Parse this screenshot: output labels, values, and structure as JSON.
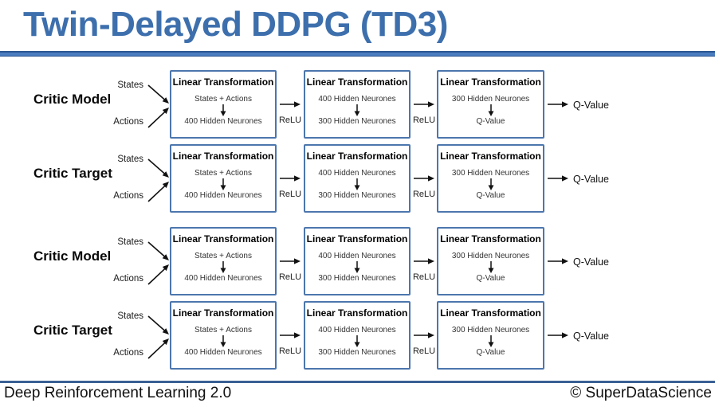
{
  "header": {
    "title": "Twin-Delayed DDPG (TD3)"
  },
  "diagram": {
    "rows": [
      {
        "label": "Critic Model",
        "inputs": [
          "States",
          "Actions"
        ],
        "boxes": [
          {
            "title": "Linear Transformation",
            "from": "States + Actions",
            "to": "400 Hidden Neurones"
          },
          {
            "title": "Linear Transformation",
            "from": "400 Hidden Neurones",
            "to": "300 Hidden Neurones"
          },
          {
            "title": "Linear Transformation",
            "from": "300 Hidden Neurones",
            "to": "Q-Value"
          }
        ],
        "activations": [
          "ReLU",
          "ReLU"
        ],
        "output": "Q-Value"
      },
      {
        "label": "Critic Target",
        "inputs": [
          "States",
          "Actions"
        ],
        "boxes": [
          {
            "title": "Linear Transformation",
            "from": "States + Actions",
            "to": "400 Hidden Neurones"
          },
          {
            "title": "Linear Transformation",
            "from": "400 Hidden Neurones",
            "to": "300 Hidden Neurones"
          },
          {
            "title": "Linear Transformation",
            "from": "300 Hidden Neurones",
            "to": "Q-Value"
          }
        ],
        "activations": [
          "ReLU",
          "ReLU"
        ],
        "output": "Q-Value"
      },
      {
        "label": "Critic Model",
        "inputs": [
          "States",
          "Actions"
        ],
        "boxes": [
          {
            "title": "Linear Transformation",
            "from": "States + Actions",
            "to": "400 Hidden Neurones"
          },
          {
            "title": "Linear Transformation",
            "from": "400 Hidden Neurones",
            "to": "300 Hidden Neurones"
          },
          {
            "title": "Linear Transformation",
            "from": "300 Hidden Neurones",
            "to": "Q-Value"
          }
        ],
        "activations": [
          "ReLU",
          "ReLU"
        ],
        "output": "Q-Value"
      },
      {
        "label": "Critic Target",
        "inputs": [
          "States",
          "Actions"
        ],
        "boxes": [
          {
            "title": "Linear Transformation",
            "from": "States + Actions",
            "to": "400 Hidden Neurones"
          },
          {
            "title": "Linear Transformation",
            "from": "400 Hidden Neurones",
            "to": "300 Hidden Neurones"
          },
          {
            "title": "Linear Transformation",
            "from": "300 Hidden Neurones",
            "to": "Q-Value"
          }
        ],
        "activations": [
          "ReLU",
          "ReLU"
        ],
        "output": "Q-Value"
      }
    ]
  },
  "footer": {
    "left": "Deep Reinforcement Learning 2.0",
    "right": "© SuperDataScience"
  },
  "colors": {
    "accent_blue": "#3d6fad",
    "box_border": "#4c76ad",
    "divider_fill": "#4a7cc0",
    "divider_edge": "#2a5691",
    "footer_divider": "#3a5f94"
  }
}
